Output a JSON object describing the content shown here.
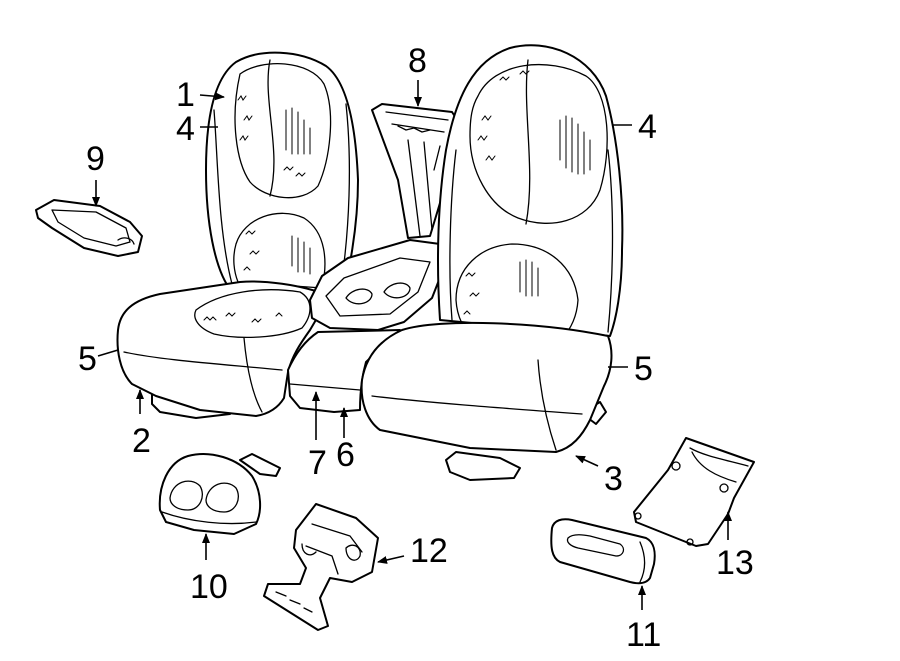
{
  "callouts": {
    "c1": "1",
    "c2": "2",
    "c3": "3",
    "c4a": "4",
    "c4b": "4",
    "c5a": "5",
    "c5b": "5",
    "c6": "6",
    "c7": "7",
    "c8": "8",
    "c9": "9",
    "c10": "10",
    "c11": "11",
    "c12": "12",
    "c13": "13"
  },
  "colors": {
    "line": "#000000",
    "background": "#ffffff"
  }
}
